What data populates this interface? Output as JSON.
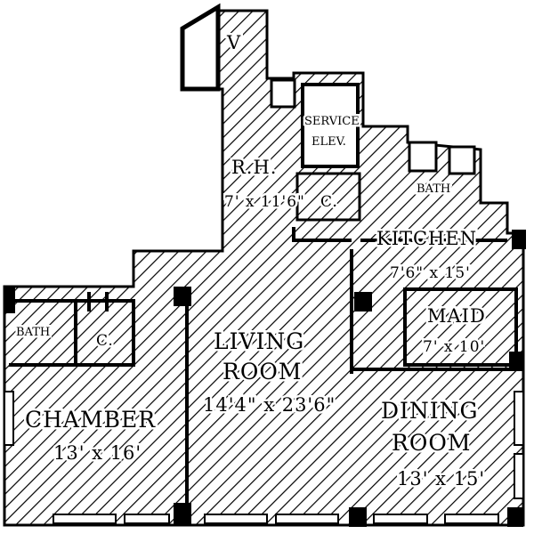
{
  "rooms": {
    "vestibule": {
      "label": "V"
    },
    "reception_hall": {
      "label": "R.H.",
      "dims": "7' x 11'6\""
    },
    "service_elevator": {
      "label_1": "SERVICE",
      "label_2": "ELEV."
    },
    "service_closet": {
      "label": "C."
    },
    "service_bath": {
      "label": "BATH"
    },
    "kitchen": {
      "label": "KITCHEN",
      "dims": "7'6\" x 15'"
    },
    "maid": {
      "label": "MAID",
      "dims": "7' x 10'"
    },
    "living_room": {
      "label_1": "LIVING",
      "label_2": "ROOM",
      "dims": "14'4\" x 23'6\""
    },
    "dining_room": {
      "label_1": "DINING",
      "label_2": "ROOM",
      "dims": "13' x 15'"
    },
    "bath": {
      "label": "BATH"
    },
    "closet": {
      "label": "C."
    },
    "chamber": {
      "label": "CHAMBER",
      "dims": "13' x 16'"
    }
  },
  "colors": {
    "ink": "#000000",
    "paper": "#ffffff"
  }
}
